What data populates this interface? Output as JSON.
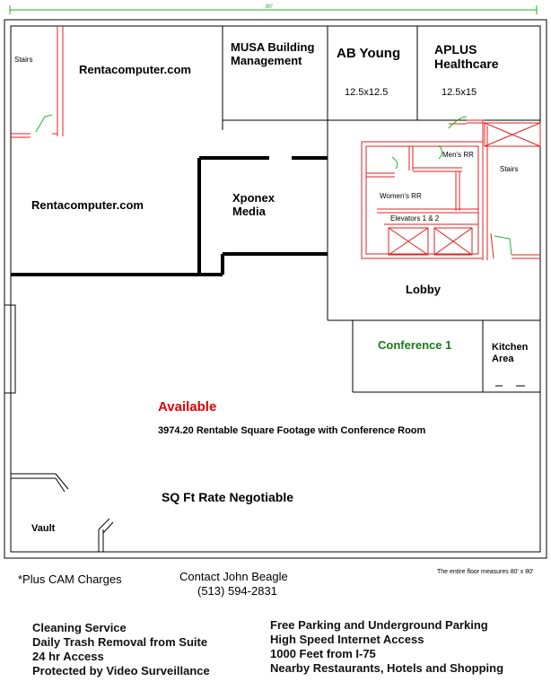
{
  "plan": {
    "dimension_marker": "80'",
    "rooms": {
      "stairs_left": "Stairs",
      "rentacomputer_top": "Rentacomputer.com",
      "rentacomputer_mid": "Rentacomputer.com",
      "musa": [
        "MUSA Building",
        "Management"
      ],
      "ab_young": "AB Young",
      "ab_young_size": "12.5x12.5",
      "aplus": [
        "APLUS",
        "Healthcare"
      ],
      "aplus_size": "12.5x15",
      "mens_rr": "Men's RR",
      "womens_rr": "Women's RR",
      "elevators": "Elevators 1 & 2",
      "stairs_right": "Stairs",
      "xponex": [
        "Xponex",
        "Media"
      ],
      "lobby": "Lobby",
      "conference": "Conference 1",
      "kitchen": [
        "Kitchen",
        "Area"
      ],
      "available": "Available",
      "footage": "3974.20 Rentable Square Footage with Conference Room",
      "rate": "SQ Ft Rate Negotiable",
      "vault": "Vault"
    }
  },
  "footer": {
    "cam": "*Plus CAM Charges",
    "contact_name": "Contact John Beagle",
    "contact_phone": "(513) 594-2831",
    "floor_note": "The entire floor measures 80' x 80'",
    "amenities_left": [
      "Cleaning Service",
      "Daily Trash Removal from Suite",
      "24 hr Access",
      "Protected by Video Surveillance"
    ],
    "amenities_right": [
      "Free Parking and Underground Parking",
      "High Speed Internet Access",
      "1000 Feet from I-75",
      "Nearby Restaurants, Hotels and Shopping"
    ]
  },
  "colors": {
    "wall": "#000000",
    "fixture": "#e02020",
    "door": "#20b020",
    "available": "#e00000",
    "conference": "#1a7a1a"
  }
}
